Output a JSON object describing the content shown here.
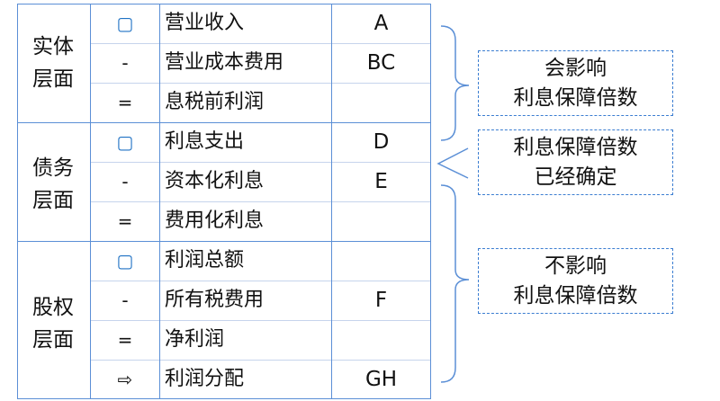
{
  "layers": [
    {
      "name_line1": "实体",
      "name_line2": "层面"
    },
    {
      "name_line1": "债务",
      "name_line2": "层面"
    },
    {
      "name_line1": "股权",
      "name_line2": "层面"
    }
  ],
  "rows": [
    {
      "symbol": "▢",
      "item": "营业收入",
      "code": "A"
    },
    {
      "symbol": "-",
      "item": "营业成本费用",
      "code": "BC"
    },
    {
      "symbol": "=",
      "item": "息税前利润",
      "code": ""
    },
    {
      "symbol": "▢",
      "item": "利息支出",
      "code": "D"
    },
    {
      "symbol": "-",
      "item": "资本化利息",
      "code": "E"
    },
    {
      "symbol": "=",
      "item": "费用化利息",
      "code": ""
    },
    {
      "symbol": "▢",
      "item": "利润总额",
      "code": ""
    },
    {
      "symbol": "-",
      "item": "所有税费用",
      "code": "F"
    },
    {
      "symbol": "=",
      "item": "净利润",
      "code": ""
    },
    {
      "symbol": "⇨",
      "item": "利润分配",
      "code": "GH"
    }
  ],
  "notes": [
    {
      "line1": "会影响",
      "line2": "利息保障倍数"
    },
    {
      "line1": "利息保障倍数",
      "line2": "已经确定"
    },
    {
      "line1": "不影响",
      "line2": "利息保障倍数"
    }
  ],
  "colors": {
    "grid": "#5b8fd6",
    "grid_light": "#c6d4ec",
    "bracket": "#5b8fd6",
    "box_border": "#3b7dd1",
    "square_symbol": "#1f72c4"
  }
}
